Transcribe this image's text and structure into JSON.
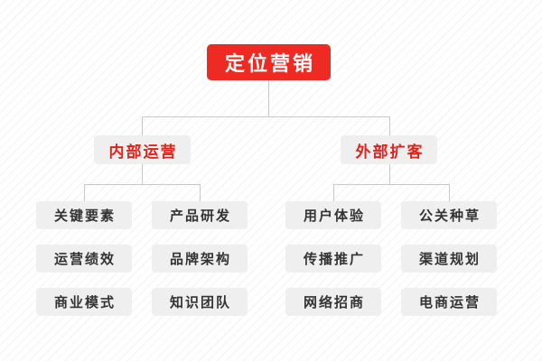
{
  "diagram": {
    "type": "org-tree",
    "title": "定位营销",
    "colors": {
      "root_background": "#ee2b22",
      "root_text": "#ffffff",
      "branch_background": "#efeff0",
      "branch_text": "#e0231b",
      "leaf_background": "#efeff0",
      "leaf_text": "#333333",
      "connector": "#c8c8c8",
      "page_background": "#ffffff"
    },
    "root": {
      "label": "定位营销"
    },
    "branches": [
      {
        "label": "内部运营",
        "columns": [
          {
            "items": [
              {
                "label": "关键要素"
              },
              {
                "label": "运营绩效"
              },
              {
                "label": "商业模式"
              }
            ]
          },
          {
            "items": [
              {
                "label": "产品研发"
              },
              {
                "label": "品牌架构"
              },
              {
                "label": "知识团队"
              }
            ]
          }
        ]
      },
      {
        "label": "外部扩客",
        "columns": [
          {
            "items": [
              {
                "label": "用户体验"
              },
              {
                "label": "传播推广"
              },
              {
                "label": "网络招商"
              }
            ]
          },
          {
            "items": [
              {
                "label": "公关种草"
              },
              {
                "label": "渠道规划"
              },
              {
                "label": "电商运营"
              }
            ]
          }
        ]
      }
    ]
  }
}
